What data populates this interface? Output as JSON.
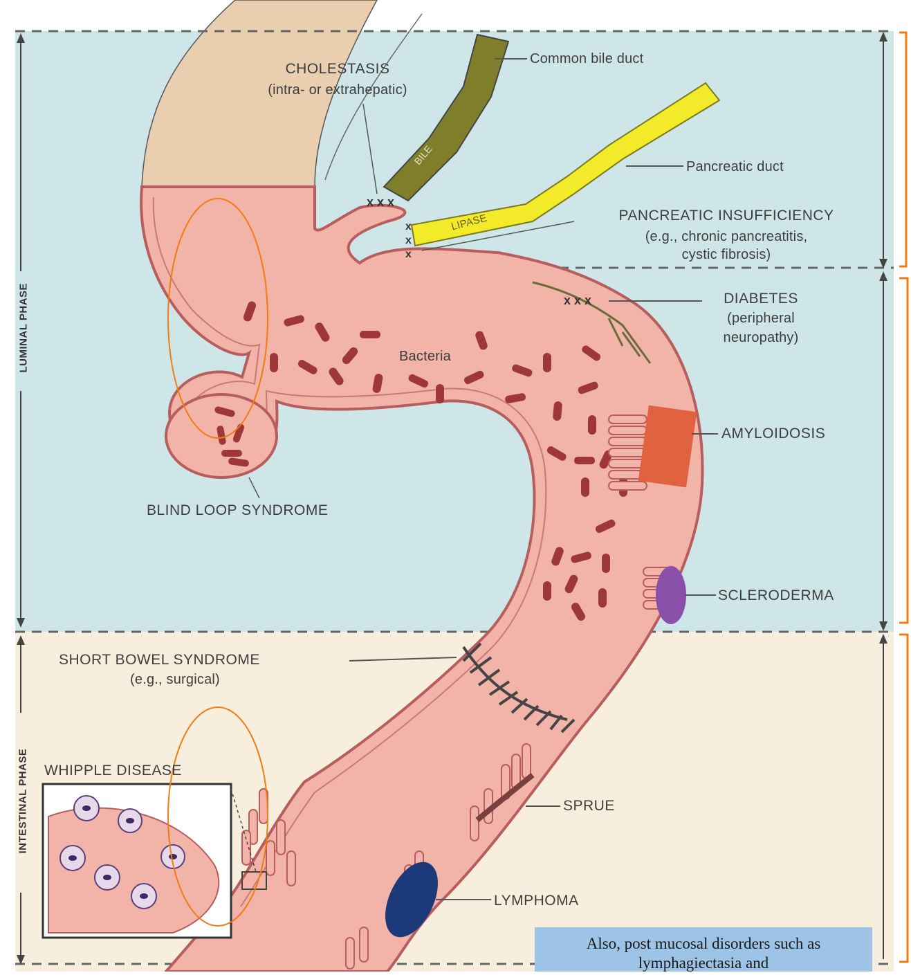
{
  "labels": {
    "cholestasis": "CHOLESTASIS",
    "cholestasis_sub": "(intra- or extrahepatic)",
    "common_bile_duct": "Common bile duct",
    "bile": "BILE",
    "pancreatic_duct": "Pancreatic duct",
    "lipase": "LIPASE",
    "pancreatic_insufficiency": "PANCREATIC INSUFFICIENCY",
    "pancreatic_insufficiency_sub1": "(e.g., chronic pancreatitis,",
    "pancreatic_insufficiency_sub2": "cystic fibrosis)",
    "diabetes": "DIABETES",
    "diabetes_sub1": "(peripheral",
    "diabetes_sub2": "neuropathy)",
    "bacteria": "Bacteria",
    "amyloidosis": "AMYLOIDOSIS",
    "blind_loop": "BLIND LOOP SYNDROME",
    "scleroderma": "SCLERODERMA",
    "short_bowel": "SHORT BOWEL SYNDROME",
    "short_bowel_sub": "(e.g., surgical)",
    "whipple": "WHIPPLE DISEASE",
    "sprue": "SPRUE",
    "lymphoma": "LYMPHOMA",
    "luminal_phase": "LUMINAL PHASE",
    "intestinal_phase": "INTESTINAL PHASE"
  },
  "note": "Also, post mucosal disorders such as lymphagiectasia and",
  "colors": {
    "luminal_bg": "#cfe6e9",
    "intestinal_bg": "#f8eedd",
    "bowel_fill": "#f2b3a8",
    "bowel_wall": "#b85d5d",
    "bile_duct": "#7f7e2b",
    "pancreatic_duct": "#f3ea2a",
    "bacteria": "#9e3838",
    "amyloid": "#e0623f",
    "scleroderma": "#8a4fa8",
    "lymphoma": "#1c3a7a",
    "annotation": "#f07c12",
    "note_box": "#9dc3e6"
  }
}
